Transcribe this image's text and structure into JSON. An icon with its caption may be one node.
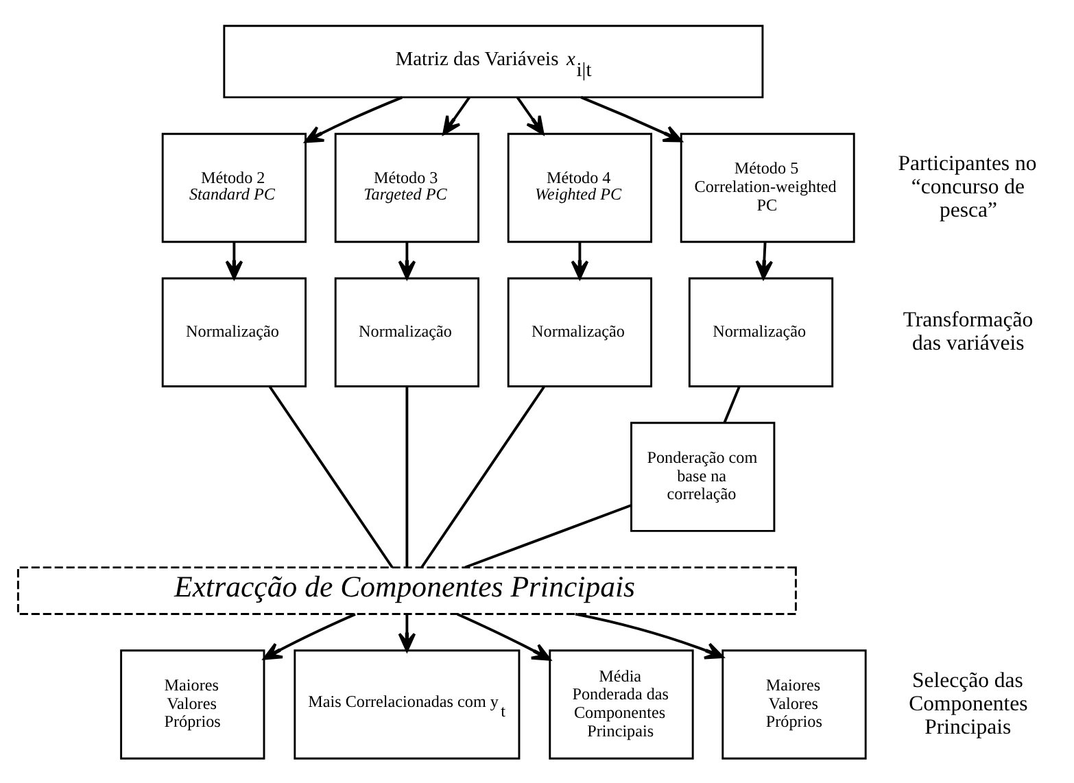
{
  "diagram": {
    "nodes": [
      {
        "text": [
          "Matriz das Variáveis *x*$_{i|t}$"
        ]
      },
      {
        "text": [
          "Método 2",
          "*Standard PC*"
        ]
      },
      {
        "text": [
          "Método 3",
          "*Targeted PC*"
        ]
      },
      {
        "text": [
          "Método 4",
          "*Weighted PC*"
        ]
      },
      {
        "text": [
          "Método 5",
          "Correlation-weighted PC"
        ]
      },
      {
        "text": [
          "Normalização"
        ]
      },
      {
        "text": [
          "Normalização"
        ]
      },
      {
        "text": [
          "Normalização"
        ]
      },
      {
        "text": [
          "Normalização"
        ]
      },
      {
        "text": [
          "Ponderação com base na correlação"
        ]
      },
      {
        "text": [
          "*Extracção de Componentes Principais*"
        ]
      },
      {
        "text": [
          "Maiores Valores Próprios"
        ]
      },
      {
        "text": [
          "Mais Correlacionadas com y$_{t}$"
        ]
      },
      {
        "text": [
          "Média Ponderada das Componentes Principais"
        ]
      },
      {
        "text": [
          "Maiores Valores Próprios"
        ]
      }
    ],
    "edges": [
      {
        "from": 0,
        "to": 1,
        "arrow": "to"
      },
      {
        "from": 0,
        "to": 2,
        "arrow": "to"
      },
      {
        "from": 0,
        "to": 3,
        "arrow": "to"
      },
      {
        "from": 0,
        "to": 4,
        "arrow": "to"
      },
      {
        "from": 1,
        "to": 5,
        "arrow": "to"
      },
      {
        "from": 2,
        "to": 6,
        "arrow": "to"
      },
      {
        "from": 3,
        "to": 7,
        "arrow": "to"
      },
      {
        "from": 4,
        "to": 8,
        "arrow": "to"
      },
      {
        "from": 8,
        "to": 9,
        "arrow": "none"
      },
      {
        "from": 5,
        "to": 10,
        "arrow": "none"
      },
      {
        "from": 6,
        "to": 10,
        "arrow": "none"
      },
      {
        "from": 7,
        "to": 10,
        "arrow": "none"
      },
      {
        "from": 9,
        "to": 10,
        "arrow": "none"
      },
      {
        "from": 10,
        "to": 11,
        "arrow": "to"
      },
      {
        "from": 10,
        "to": 12,
        "arrow": "to"
      },
      {
        "from": 10,
        "to": 13,
        "arrow": "to"
      },
      {
        "from": 10,
        "to": 14,
        "arrow": "to"
      }
    ],
    "labels": [
      "Participantes no “concurso de pesca”",
      "Transformação das variáveis",
      "Selecção das Componentes Principais"
    ]
  }
}
